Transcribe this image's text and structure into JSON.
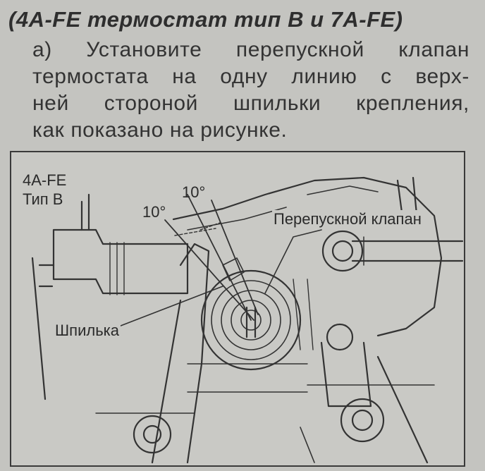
{
  "heading": "(4A-FE термостат тип B и 7A-FE)",
  "paragraph": {
    "lines": [
      "а) Установите перепускной клапан",
      "термостата на одну линию с верх-",
      "ней стороной шпильки крепления,",
      "как показано на рисунке."
    ]
  },
  "figure": {
    "model_label": "4A-FE",
    "type_label": "Тип B",
    "angle_label_1": "10°",
    "angle_label_2": "10°",
    "valve_label": "Перепускной клапан",
    "stud_label": "Шпилька"
  },
  "colors": {
    "background": "#c4c4c0",
    "ink": "#2b2b2b"
  }
}
